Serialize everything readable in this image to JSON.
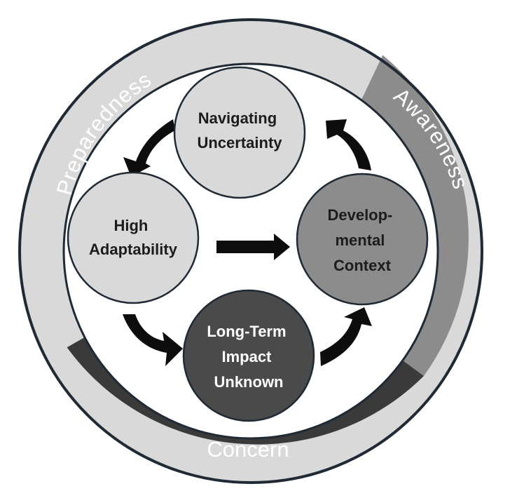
{
  "ring": {
    "preparedness": {
      "label": "Preparedness",
      "color": "#d9d9d9"
    },
    "awareness": {
      "label": "Awareness",
      "color": "#8c8c8c"
    },
    "concern": {
      "label": "Concern",
      "color": "#3a3a3a"
    }
  },
  "nodes": {
    "navigating": {
      "lines": [
        "Navigating",
        "Uncertainty"
      ],
      "fill": "#d9d9d9",
      "text_color": "#1c1c1c"
    },
    "adaptability": {
      "lines": [
        "High",
        "Adaptability"
      ],
      "fill": "#d9d9d9",
      "text_color": "#1c1c1c"
    },
    "developmental": {
      "lines": [
        "Develop-",
        "mental",
        "Context"
      ],
      "fill": "#8c8c8c",
      "text_color": "#1c1c1c"
    },
    "longterm": {
      "lines": [
        "Long-Term",
        "Impact",
        "Unknown"
      ],
      "fill": "#4a4a4a",
      "text_color": "#ffffff"
    }
  },
  "colors": {
    "outline": "#1f2a35",
    "arrow": "#0d0d0d"
  }
}
